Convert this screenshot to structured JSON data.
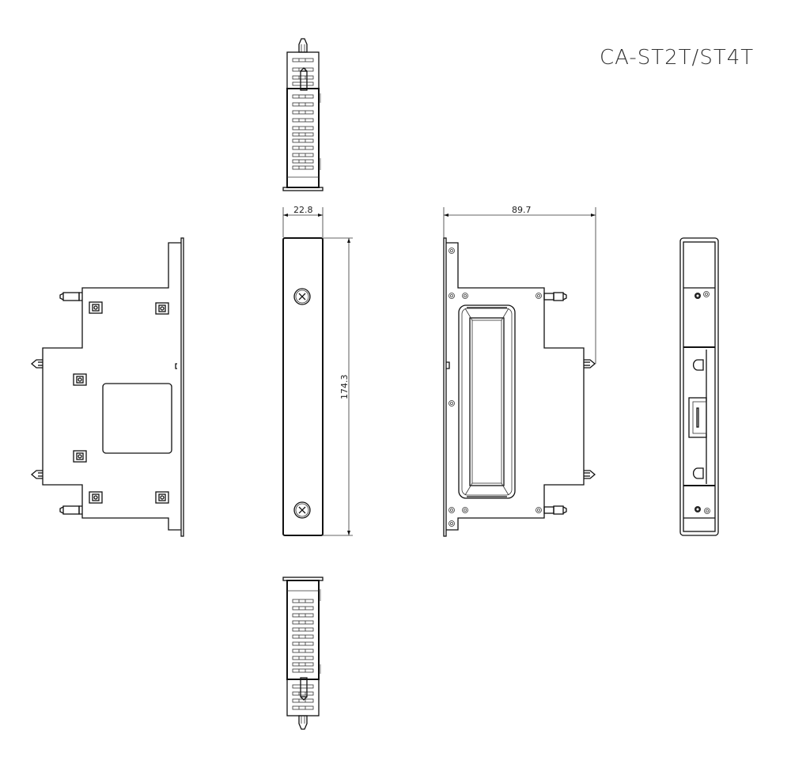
{
  "title": "CA-ST2T/ST4T",
  "dimensions": {
    "width_side": "22.8",
    "depth": "89.7",
    "height": "174.3"
  },
  "views": [
    {
      "name": "top-view"
    },
    {
      "name": "left-side-view"
    },
    {
      "name": "front-view"
    },
    {
      "name": "right-side-view"
    },
    {
      "name": "rear-view"
    },
    {
      "name": "bottom-view"
    }
  ]
}
